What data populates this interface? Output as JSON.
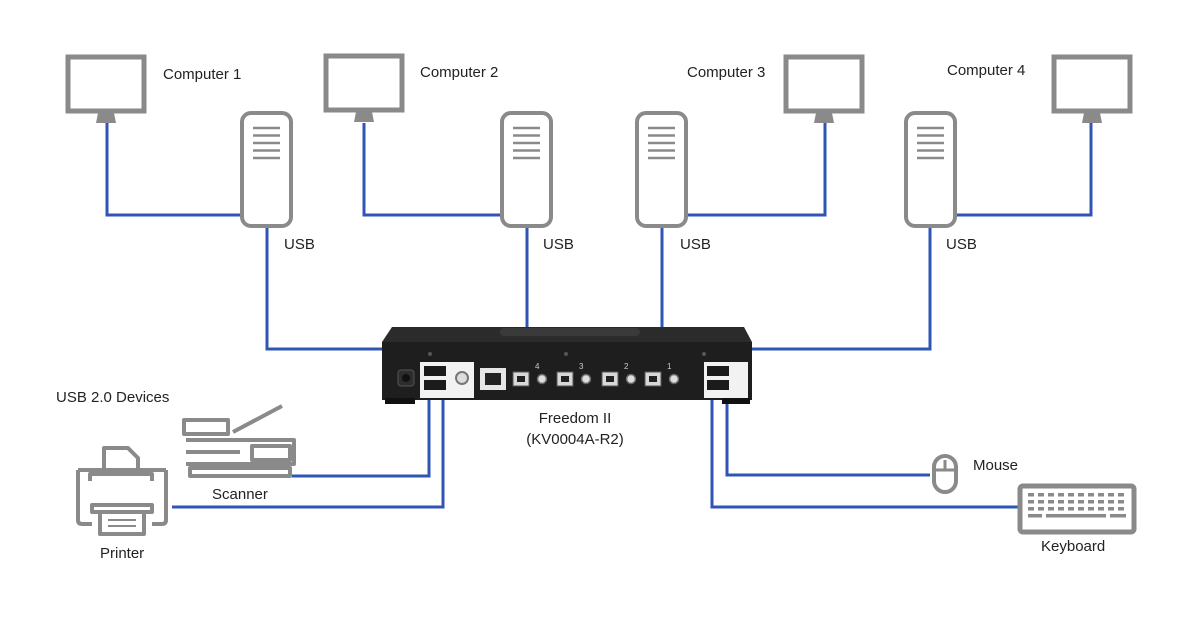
{
  "diagram": {
    "title": "Freedom II KVM switch connection diagram",
    "colors": {
      "cable": "#2f55b5",
      "icon_stroke": "#8a8a8a",
      "device_body": "#1e1e1e",
      "text": "#222222"
    },
    "computers": [
      {
        "label": "Computer 1",
        "cable_label": "USB",
        "port": "1"
      },
      {
        "label": "Computer 2",
        "cable_label": "USB",
        "port": "2"
      },
      {
        "label": "Computer 3",
        "cable_label": "USB",
        "port": "3"
      },
      {
        "label": "Computer 4",
        "cable_label": "USB",
        "port": "4"
      }
    ],
    "switch": {
      "name": "Freedom II",
      "model": "(KV0004A-R2)",
      "port_numbers": [
        "4",
        "3",
        "2",
        "1"
      ]
    },
    "usb_devices": {
      "group_label": "USB 2.0 Devices",
      "items": [
        {
          "label": "Scanner"
        },
        {
          "label": "Printer"
        }
      ]
    },
    "console": [
      {
        "label": "Mouse"
      },
      {
        "label": "Keyboard"
      }
    ]
  }
}
